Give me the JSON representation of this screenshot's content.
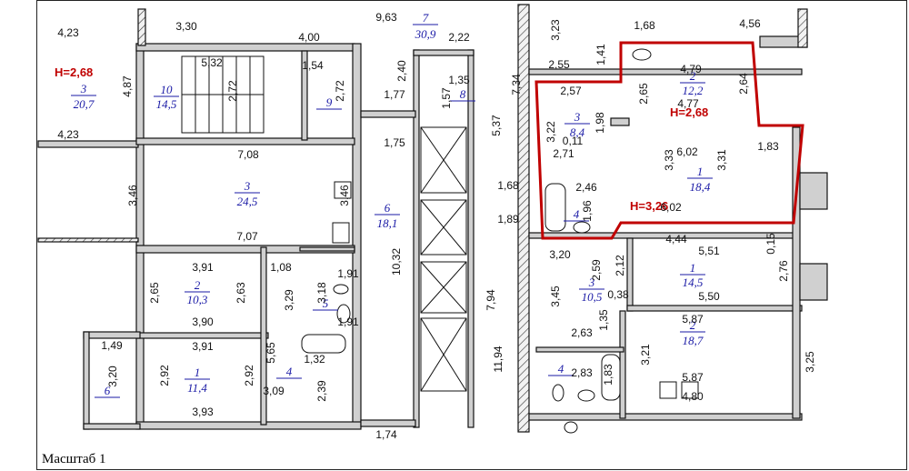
{
  "scale_label": "Масштаб 1",
  "highlight_color": "#c00000",
  "room_color": "#1a1aa6",
  "heights": [
    "H=2,68",
    "H=2,68",
    "H=3,26"
  ],
  "rooms": [
    {
      "num": "3",
      "area": "20,7"
    },
    {
      "num": "10",
      "area": "14,5"
    },
    {
      "num": "9",
      "area": ""
    },
    {
      "num": "3",
      "area": "24,5"
    },
    {
      "num": "2",
      "area": "10,3"
    },
    {
      "num": "5",
      "area": ""
    },
    {
      "num": "1",
      "area": "11,4"
    },
    {
      "num": "4",
      "area": ""
    },
    {
      "num": "6",
      "area": ""
    },
    {
      "num": "6",
      "area": "18,1"
    },
    {
      "num": "7",
      "area": "30,9"
    },
    {
      "num": "8",
      "area": ""
    },
    {
      "num": "3",
      "area": "8,4"
    },
    {
      "num": "2",
      "area": "12,2"
    },
    {
      "num": "1",
      "area": "18,4"
    },
    {
      "num": "4",
      "area": ""
    },
    {
      "num": "1",
      "area": "14,5"
    },
    {
      "num": "3",
      "area": "10,5"
    },
    {
      "num": "2",
      "area": "18,7"
    },
    {
      "num": "4",
      "area": ""
    }
  ],
  "dimensions": [
    "4,23",
    "3,30",
    "4,00",
    "9,63",
    "2,22",
    "1,68",
    "4,56",
    "3,23",
    "1,41",
    "5,32",
    "1,54",
    "4,87",
    "2,72",
    "2,72",
    "2,40",
    "1,35",
    "7,34",
    "2,55",
    "4,79",
    "2,64",
    "1,77",
    "1,57",
    "2,57",
    "2,65",
    "4,77",
    "4,23",
    "1,75",
    "5,37",
    "3,22",
    "1,98",
    "0,11",
    "7,08",
    "2,71",
    "3,33",
    "6,02",
    "3,31",
    "1,83",
    "3,46",
    "3,46",
    "1,68",
    "2,46",
    "1,89",
    "1,96",
    "6,02",
    "7,07",
    "4,44",
    "5,51",
    "0,15",
    "3,91",
    "1,08",
    "1,91",
    "3,20",
    "2,59",
    "2,12",
    "2,65",
    "2,63",
    "3,18",
    "3,29",
    "10,32",
    "7,94",
    "0,38",
    "2,76",
    "3,90",
    "1,91",
    "3,45",
    "5,50",
    "1,35",
    "5,87",
    "1,49",
    "3,91",
    "5,65",
    "1,32",
    "11,94",
    "2,63",
    "3,21",
    "3,25",
    "3,20",
    "2,92",
    "2,92",
    "2,39",
    "3,09",
    "2,83",
    "1,83",
    "5,87",
    "3,93",
    "4,80",
    "1,74"
  ]
}
